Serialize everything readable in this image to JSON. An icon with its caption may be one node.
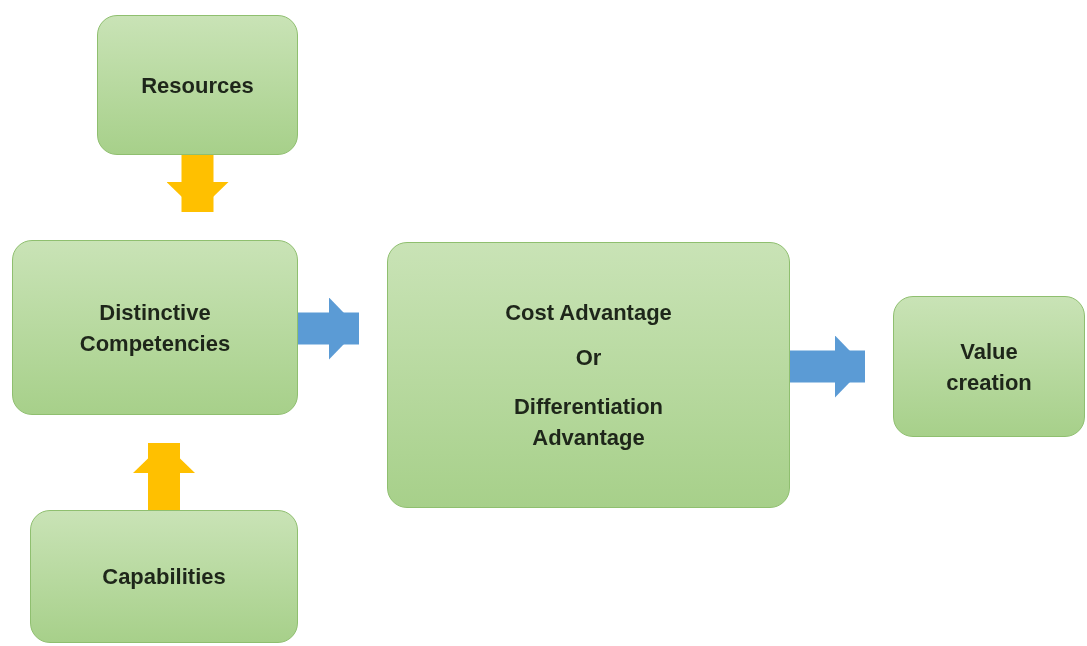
{
  "diagram": {
    "nodes": [
      {
        "text": [
          "Resources"
        ]
      },
      {
        "text": [
          "Distinctive Competencies"
        ]
      },
      {
        "text": [
          "Cost Advantage",
          "Or",
          "Differentiation Advantage"
        ]
      },
      {
        "text": [
          "Value creation"
        ]
      },
      {
        "text": [
          "Capabilities"
        ]
      }
    ],
    "edges": [
      {
        "from": 0,
        "to": 1,
        "arrow": "to",
        "color": "#ffc000"
      },
      {
        "from": 4,
        "to": 1,
        "arrow": "to",
        "color": "#ffc000"
      },
      {
        "from": 1,
        "to": 2,
        "arrow": "to",
        "color": "#5b9bd5"
      },
      {
        "from": 2,
        "to": 3,
        "arrow": "to",
        "color": "#5b9bd5"
      }
    ]
  }
}
